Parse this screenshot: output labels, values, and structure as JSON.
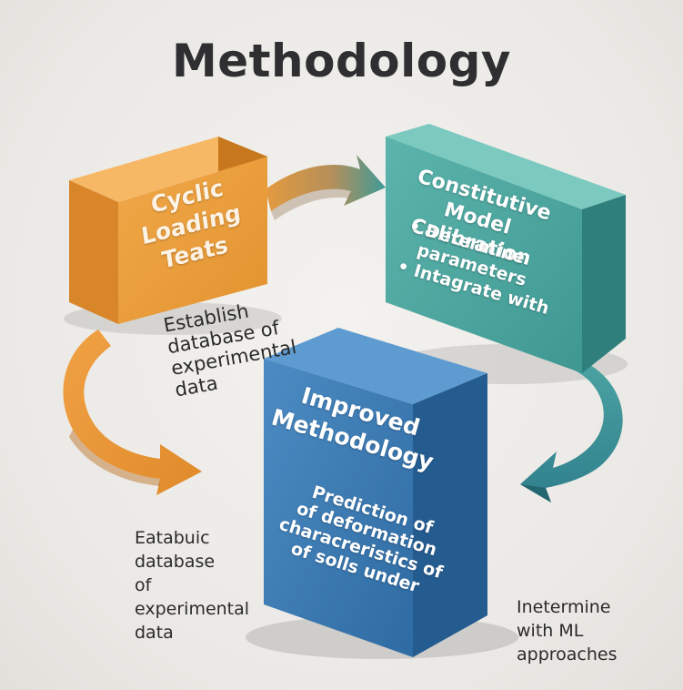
{
  "title": "Methodology",
  "boxes": [
    {
      "color": "#e99d40",
      "lines": [
        "Cyclic",
        "Loading",
        "Teats"
      ]
    },
    {
      "color": "#4ea7a0",
      "title_lines": [
        "Constitutive",
        "Model Calibration"
      ],
      "bullets": [
        "Determine",
        "parameters",
        "Intagrate with"
      ]
    },
    {
      "color": "#3b77ad",
      "title_lines": [
        "Improved",
        "Methodology"
      ],
      "body_lines": [
        "Prediction of",
        "of deformation",
        "characreristics of",
        "of solls under"
      ]
    }
  ],
  "labels": {
    "establish": [
      "Establish",
      "database of",
      "experimental",
      "data"
    ],
    "eatabuic": [
      "Eatabuic",
      "database",
      "of",
      "experimental",
      "data"
    ],
    "inetermine": [
      "Inetermine",
      "with ML",
      "approaches"
    ]
  },
  "colors": {
    "orange": "#e99d40",
    "teal": "#4ea7a0",
    "blue": "#3b77ad",
    "arrow_teal": "#3a8e94"
  }
}
